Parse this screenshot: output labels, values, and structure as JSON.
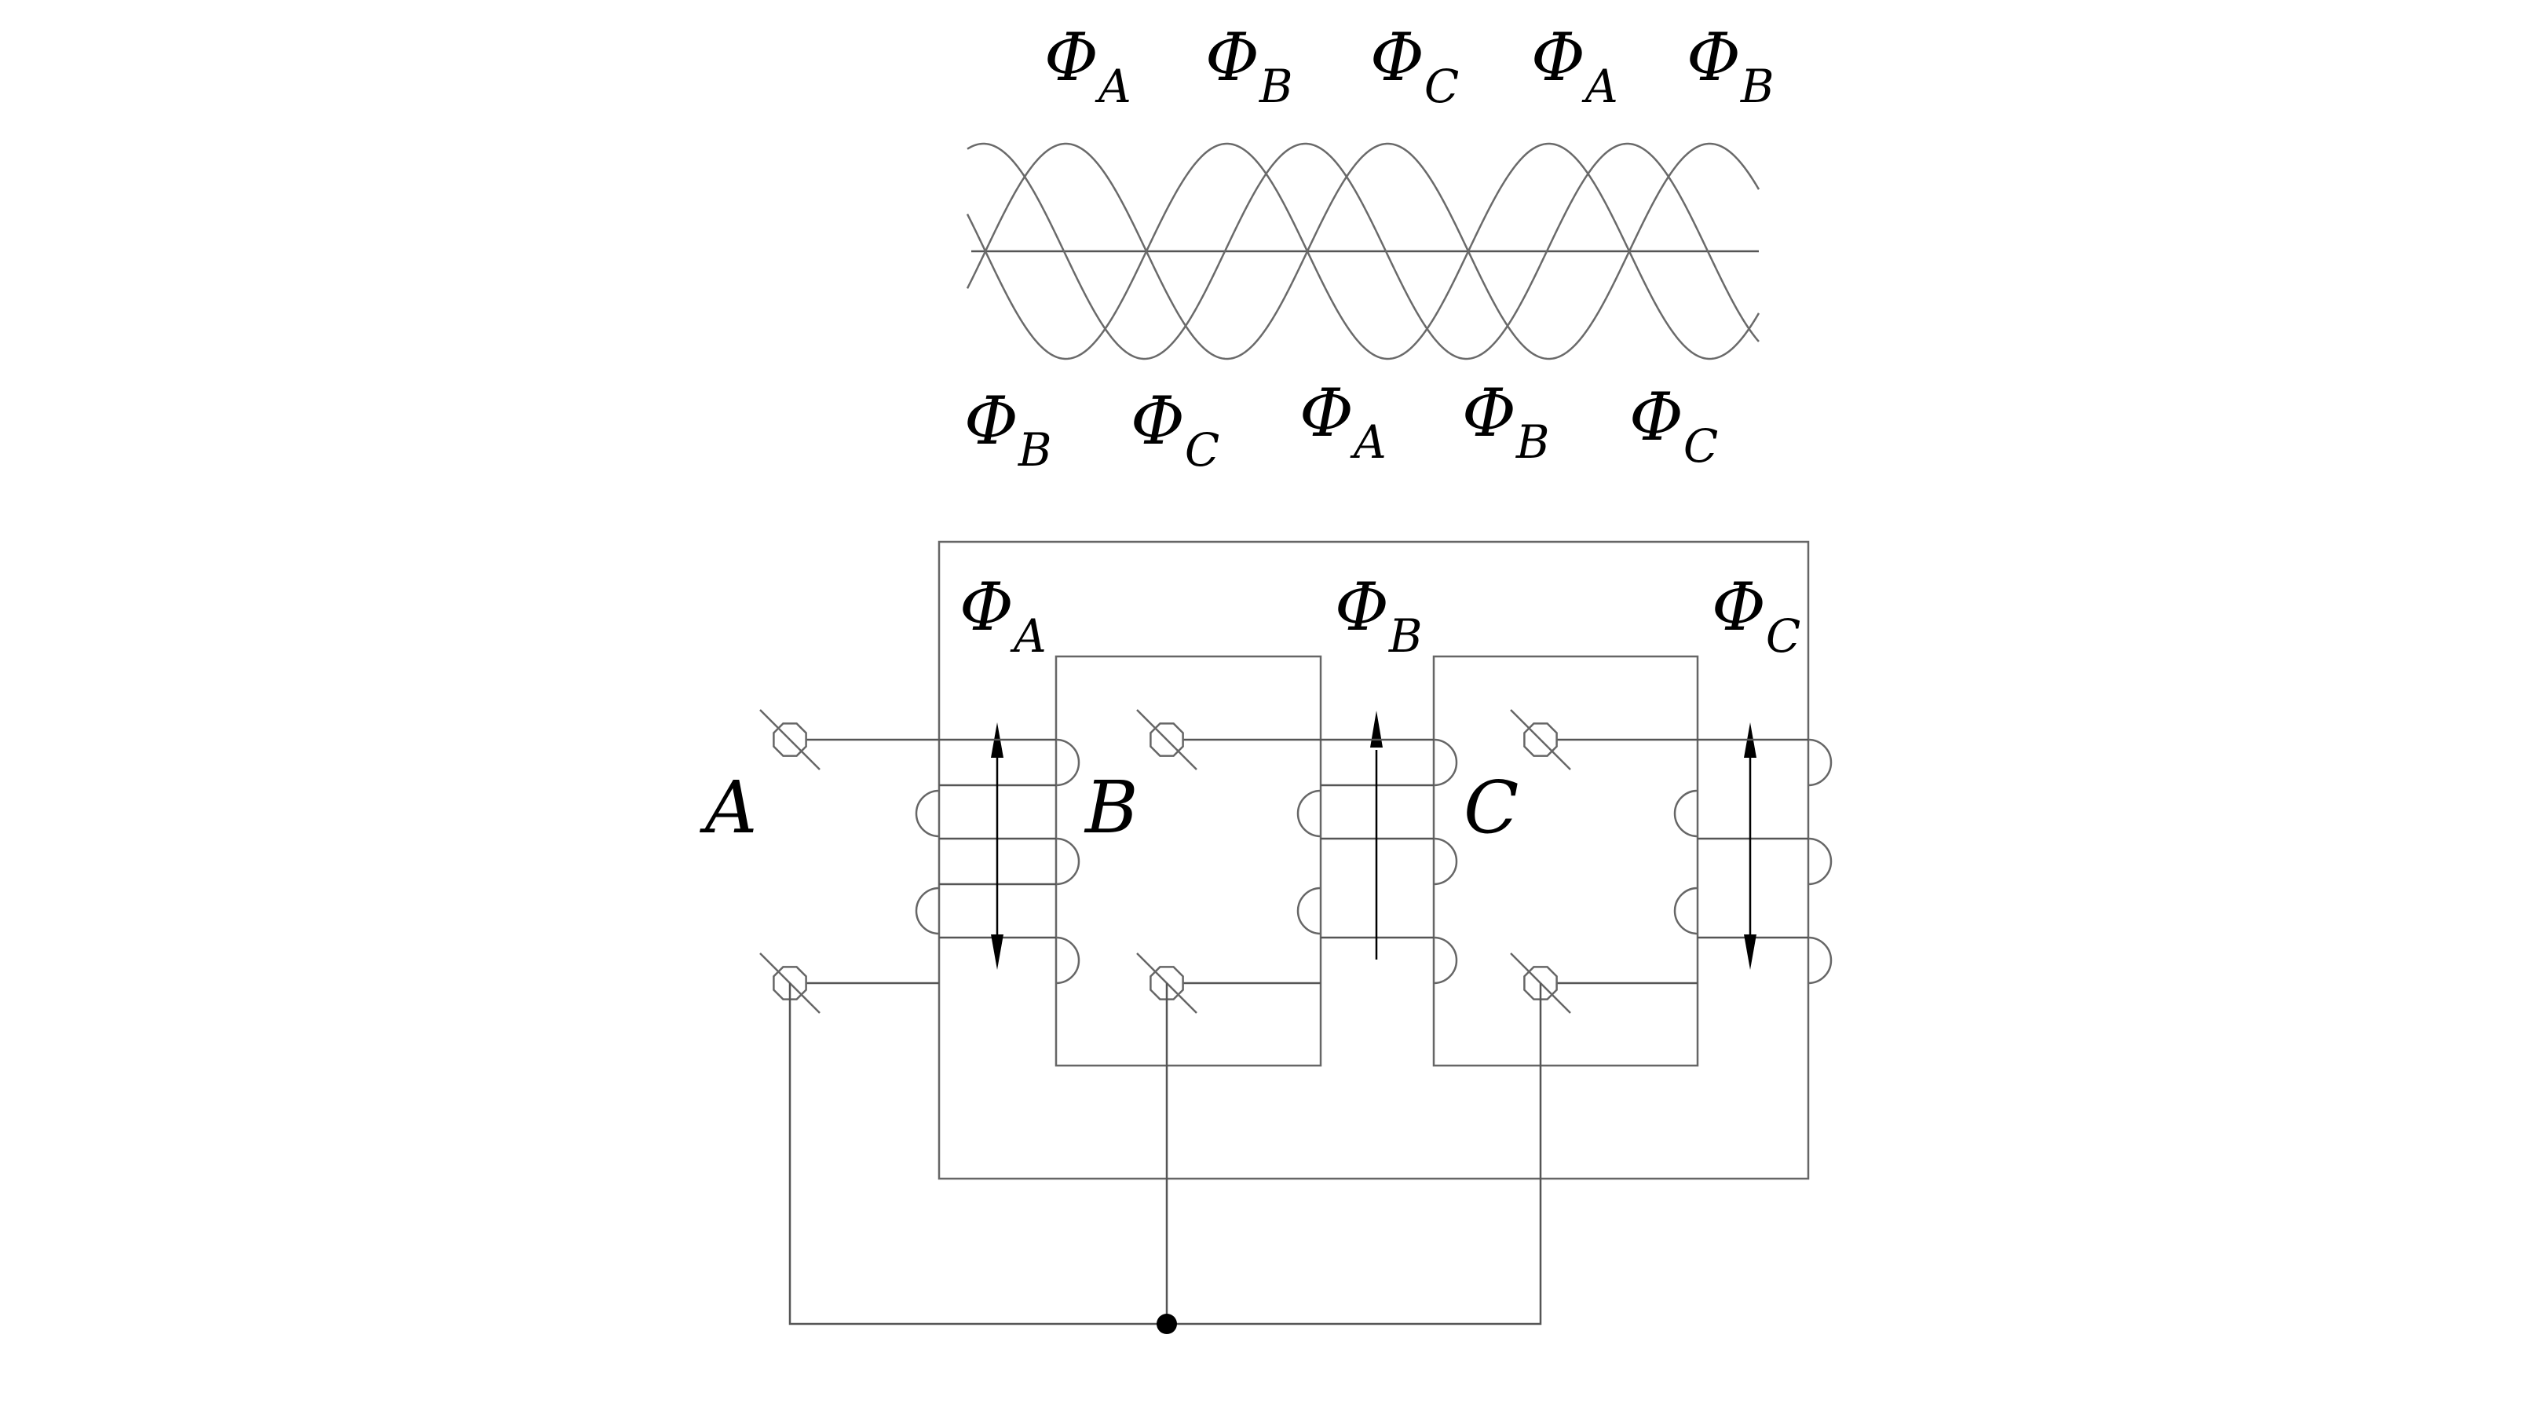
{
  "colors": {
    "line": "#555555",
    "ink": "#000000",
    "background": "#ffffff"
  },
  "waveform": {
    "labels_top": [
      {
        "sym": "Φ",
        "sub": "A"
      },
      {
        "sym": "Φ",
        "sub": "B"
      },
      {
        "sym": "Φ",
        "sub": "C"
      },
      {
        "sym": "Φ",
        "sub": "A"
      },
      {
        "sym": "Φ",
        "sub": "B"
      }
    ],
    "labels_bottom": [
      {
        "sym": "Φ",
        "sub": "B"
      },
      {
        "sym": "Φ",
        "sub": "C"
      },
      {
        "sym": "Φ",
        "sub": "A"
      },
      {
        "sym": "Φ",
        "sub": "B"
      },
      {
        "sym": "Φ",
        "sub": "C"
      }
    ]
  },
  "transformer": {
    "limbs": [
      {
        "sym": "Φ",
        "sub": "A",
        "terminal": "A"
      },
      {
        "sym": "Φ",
        "sub": "B",
        "terminal": "B"
      },
      {
        "sym": "Φ",
        "sub": "C",
        "terminal": "C"
      }
    ]
  },
  "icons": {
    "terminal": "terminal-icon",
    "junction": "junction-dot-icon",
    "arrow": "flux-arrow-icon"
  }
}
